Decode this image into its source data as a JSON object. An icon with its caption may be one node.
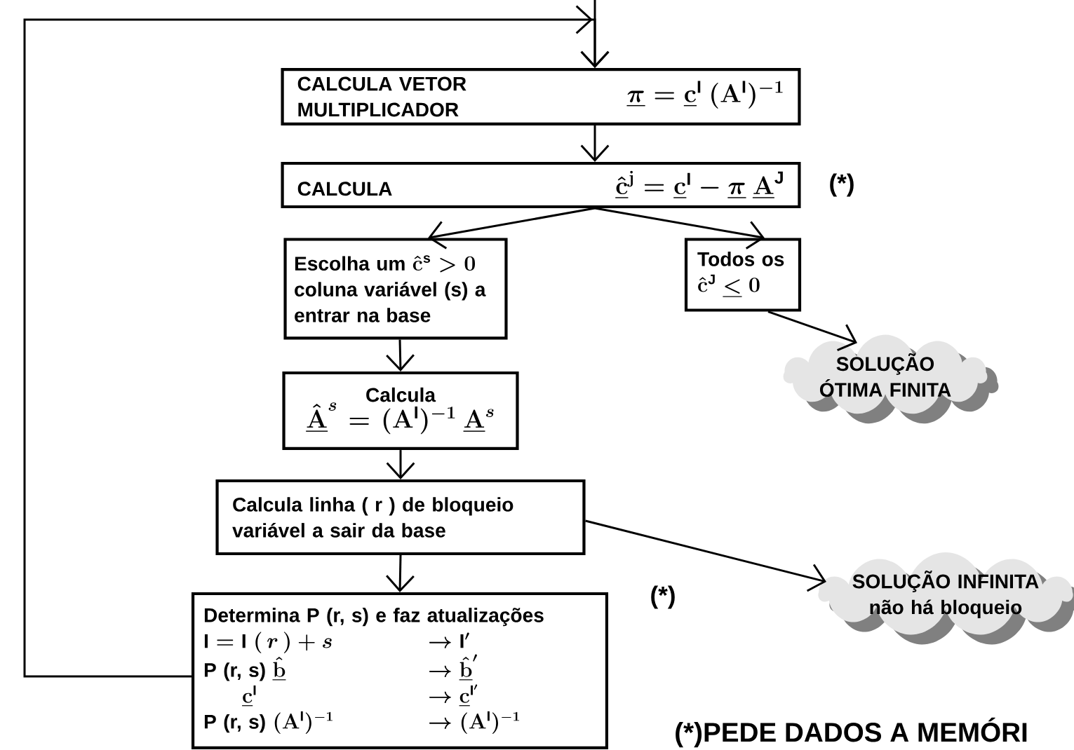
{
  "diagram": {
    "nodes": [
      {
        "text": [
          "CALCULA VETOR MULTIPLICADOR",
          "\\underline{\\pi} = \\underline{\\mathbf{c}}^{\\mathrm{I}}\\ (\\mathbf{A}^{\\mathrm{I}})^{-1}"
        ]
      },
      {
        "text": [
          "CALCULA",
          "\\underline{\\hat{\\mathbf{c}}}^{\\mathbf{j}} = \\underline{\\mathbf{c}}^{\\mathrm{I}} - \\underline{\\pi}\\ \\underline{\\mathbf{A}}^{\\mathrm{J}}"
        ],
        "beside": [
          "(*)"
        ]
      },
      {
        "text": [
          "\\text{Escolha um }\\hat{\\mathbf{c}}^{\\mathrm{s}} > 0",
          "coluna variável (s) a entrar na base"
        ]
      },
      {
        "text": [
          "Todos os",
          "\\hat{\\mathbf{c}}^{\\mathrm{J}}\\ \\underline{<}\\ 0"
        ]
      },
      {
        "text": [
          "SOLUÇÃO ÓTIMA FINITA"
        ]
      },
      {
        "text": [
          "Calcula",
          "\\underline{\\hat{\\mathbf{A}}}^{s} = (\\mathbf{A}^{\\mathrm{I}})^{-1}\\ \\underline{\\mathbf{A}}^{s}"
        ]
      },
      {
        "text": [
          "Calcula linha ( r ) de bloqueio variável a sair da base"
        ]
      },
      {
        "text": [
          "SOLUÇÃO INFINITA não há bloqueio"
        ]
      },
      {
        "text": [
          "Determina P (r, s) e faz atualizações",
          "\\mathrm{I} = \\mathrm{I}\\ (\\,r\\,) + s",
          "\\rightarrow \\mathrm{I}'",
          "\\text{P (r, s) }\\underline{\\hat{\\mathbf{b}}}",
          "\\rightarrow \\underline{\\hat{\\mathbf{b}}}'",
          "\\underline{\\mathbf{c}}^{\\mathrm{I}}",
          "\\rightarrow \\underline{\\mathbf{c}}^{\\mathrm{I}'}",
          "\\text{P (r, s) }(\\mathbf{A}^{\\mathrm{I}})^{-1}",
          "\\rightarrow (\\mathbf{A}^{\\mathrm{I}})^{-1}"
        ],
        "beside": [
          "(*)"
        ]
      }
    ],
    "edges": [
      {
        "from": 0,
        "to": 1,
        "arrow": "to"
      },
      {
        "from": 1,
        "to": 2,
        "arrow": "to"
      },
      {
        "from": 1,
        "to": 3,
        "arrow": "to"
      },
      {
        "from": 3,
        "to": 4,
        "arrow": "to"
      },
      {
        "from": 2,
        "to": 5,
        "arrow": "to"
      },
      {
        "from": 5,
        "to": 6,
        "arrow": "to"
      },
      {
        "from": 6,
        "to": 7,
        "arrow": "to"
      },
      {
        "from": 6,
        "to": 8,
        "arrow": "to"
      },
      {
        "from": 8,
        "to": 0,
        "arrow": "to"
      },
      {
        "from": null,
        "to": 0,
        "arrow": "to"
      }
    ],
    "labels": [
      "(*)PEDE DADOS A MEMÓRI"
    ]
  }
}
